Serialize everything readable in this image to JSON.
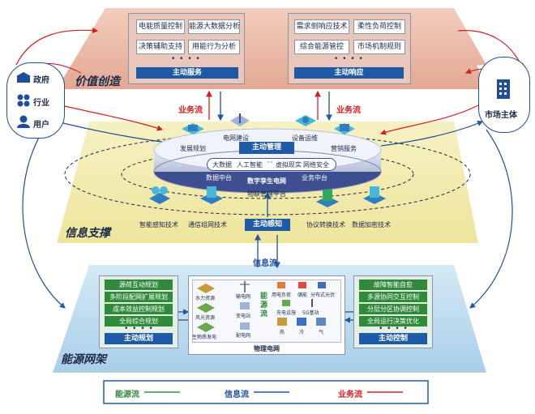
{
  "layers": {
    "value": "价值创造",
    "info": "信息支撑",
    "energy": "能源网架"
  },
  "top_left": {
    "items": [
      "电能质量控制",
      "能源大数据分析",
      "决策辅助支持",
      "用能行为分析"
    ],
    "dots": "• • • •",
    "button": "主动服务"
  },
  "top_right": {
    "items": [
      "需求侧响应技术",
      "柔性负荷控制",
      "综合能源管控",
      "市场机制规则"
    ],
    "dots": "• • • •",
    "button": "主动响应"
  },
  "left_entities": [
    "政府",
    "行业",
    "用户"
  ],
  "right_entity": "市场主体",
  "flows": {
    "business_left": "业务流",
    "business_right": "业务流",
    "info": "信息流"
  },
  "disc": {
    "management_items": [
      "发展规划",
      "电网建设",
      "设备运维",
      "营销服务"
    ],
    "management_button": "主动管理",
    "tech": [
      "大数据",
      "人工智能",
      "虚拟现实",
      "网络安全"
    ],
    "tech_dots": "···",
    "data_center": "数据中台",
    "twin": "数字孪生电网",
    "business_center": "业务中台",
    "iot": "物联管理平台"
  },
  "sensing": {
    "items": [
      "智能感知技术",
      "通信组网技术",
      "协议转换技术",
      "数据加密技术"
    ],
    "button": "主动感知"
  },
  "bottom_left": {
    "items": [
      "源荷互动规划",
      "多阶段配网扩展规划",
      "成本效益控制规划",
      "全局综合规划"
    ],
    "dots": "• • • •",
    "button": "主动规划"
  },
  "bottom_right": {
    "items": [
      "故障智能自愈",
      "多源协同交互控制",
      "分层分区协调控制",
      "全局运行决策优化"
    ],
    "dots": "• • • •",
    "button": "主动控制"
  },
  "physical_grid": {
    "sources": [
      "水力资源",
      "风光资源",
      "生物质发电"
    ],
    "network": [
      "输电网",
      "变电站",
      "配电网"
    ],
    "energy_flow_label": "能源流",
    "loads": [
      "用电负荷",
      "储能",
      "分布式光伏",
      "充电设施",
      "5G基站",
      "热",
      "冷",
      "气"
    ],
    "title": "物理电网"
  },
  "legend": {
    "energy": "能源流",
    "info": "信息流",
    "business": "业务流"
  },
  "colors": {
    "energy": "#2f9a3a",
    "info": "#1f5aa6",
    "business": "#d42020",
    "value_layer": "#e7b9a8",
    "info_layer": "#f1ecb0",
    "energy_layer": "#bfdcef"
  }
}
